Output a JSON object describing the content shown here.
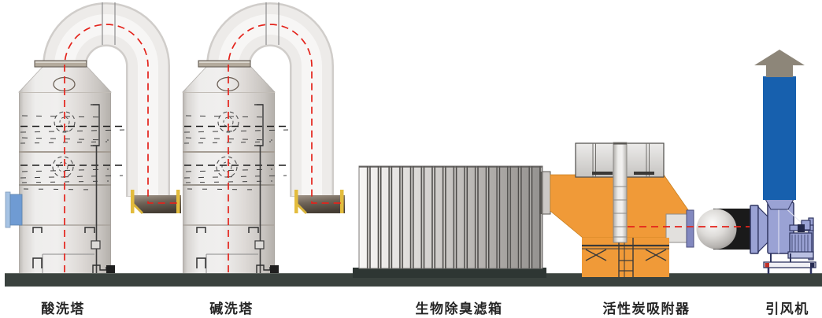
{
  "diagram": {
    "type": "industrial-waste-gas-treatment-process",
    "flow_indicator": {
      "style": "red-dashed-centerline",
      "color": "#e4231b"
    }
  },
  "components": [
    {
      "id": "acid-wash-tower",
      "label": "酸洗塔"
    },
    {
      "id": "alkali-wash-tower",
      "label": "碱洗塔"
    },
    {
      "id": "bio-deodorization-filter-box",
      "label": "生物除臭滤箱"
    },
    {
      "id": "activated-carbon-adsorber",
      "label": "活性炭吸附器"
    },
    {
      "id": "induced-draft-fan",
      "label": "引风机"
    }
  ],
  "colors": {
    "flow_red": "#e4231b",
    "orange": "#f09a38",
    "stack_blue": "#1760ae",
    "fan_blue": "#9aa2d4",
    "fan_outline": "#2f3560",
    "inlet_blue": "#6f9bd3",
    "pipe_yellow": "#e3bc3d",
    "arrow_gray": "#8d8679",
    "ground": "#3a423e",
    "duct_black": "#1a1a1a"
  }
}
